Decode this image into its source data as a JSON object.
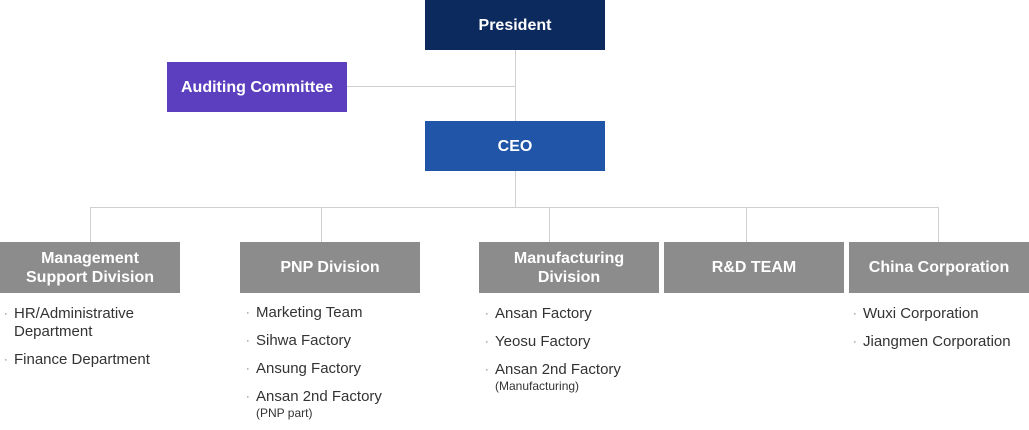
{
  "colors": {
    "president": "#0d2a5e",
    "auditing": "#5b3fbf",
    "ceo": "#2155a8",
    "division": "#8c8c8c",
    "connector": "#d0d0d0"
  },
  "nodes": {
    "president": "President",
    "auditing_committee": "Auditing Committee",
    "ceo": "CEO"
  },
  "divisions": [
    {
      "title_lines": [
        "Management",
        "Support Division"
      ],
      "items": [
        {
          "lines": [
            "HR/Administrative",
            "Department"
          ],
          "sub": ""
        },
        {
          "lines": [
            "Finance Department"
          ],
          "sub": ""
        }
      ]
    },
    {
      "title_lines": [
        "PNP Division"
      ],
      "items": [
        {
          "lines": [
            "Marketing Team"
          ],
          "sub": ""
        },
        {
          "lines": [
            "Sihwa Factory"
          ],
          "sub": ""
        },
        {
          "lines": [
            "Ansung Factory"
          ],
          "sub": ""
        },
        {
          "lines": [
            "Ansan 2nd Factory"
          ],
          "sub": "(PNP part)"
        }
      ]
    },
    {
      "title_lines": [
        "Manufacturing",
        "Division"
      ],
      "items": [
        {
          "lines": [
            "Ansan Factory"
          ],
          "sub": ""
        },
        {
          "lines": [
            "Yeosu Factory"
          ],
          "sub": ""
        },
        {
          "lines": [
            "Ansan 2nd Factory"
          ],
          "sub": "(Manufacturing)"
        }
      ]
    },
    {
      "title_lines": [
        "R&D TEAM"
      ],
      "items": []
    },
    {
      "title_lines": [
        "China Corporation"
      ],
      "items": [
        {
          "lines": [
            "Wuxi Corporation"
          ],
          "sub": ""
        },
        {
          "lines": [
            "Jiangmen Corporation"
          ],
          "sub": ""
        }
      ]
    }
  ]
}
